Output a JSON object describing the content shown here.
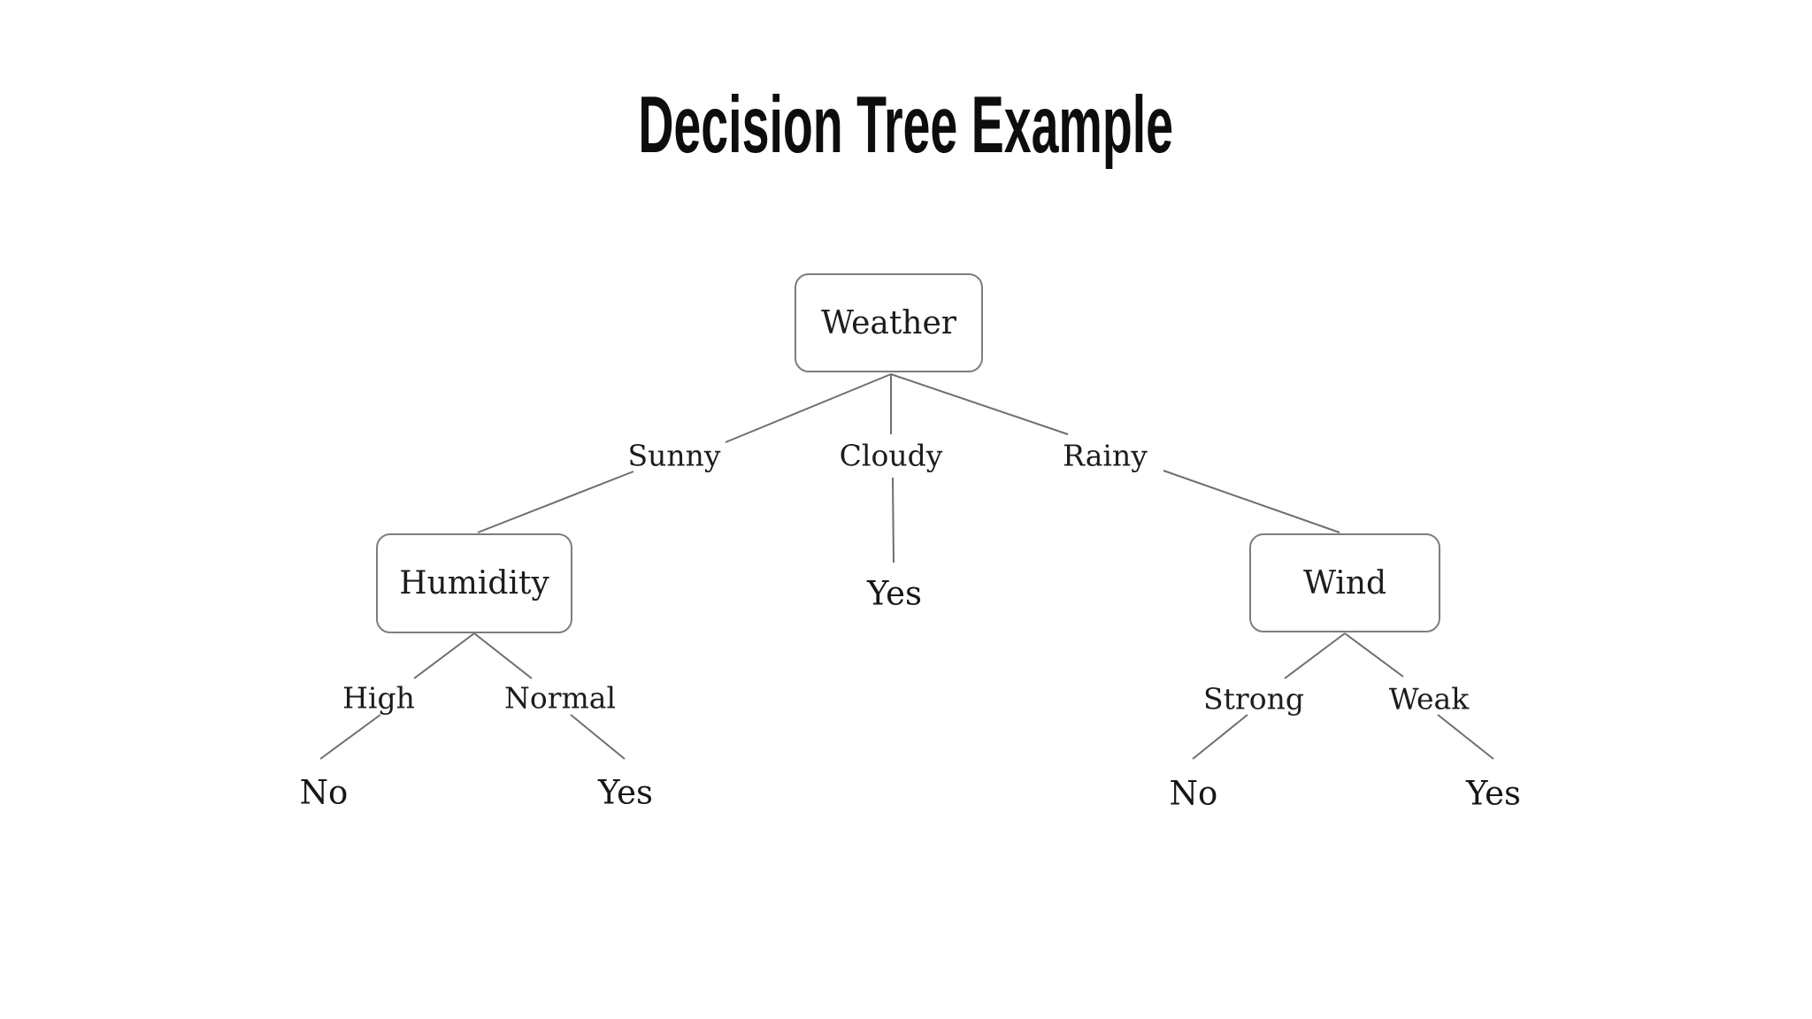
{
  "title": "Decision Tree Example",
  "tree": {
    "root": {
      "label": "Weather"
    },
    "branches": [
      {
        "edge_label": "Sunny",
        "child": {
          "label": "Humidity",
          "branches": [
            {
              "edge_label": "High",
              "leaf": "No"
            },
            {
              "edge_label": "Normal",
              "leaf": "Yes"
            }
          ]
        }
      },
      {
        "edge_label": "Cloudy",
        "leaf": "Yes"
      },
      {
        "edge_label": "Rainy",
        "child": {
          "label": "Wind",
          "branches": [
            {
              "edge_label": "Strong",
              "leaf": "No"
            },
            {
              "edge_label": "Weak",
              "leaf": "Yes"
            }
          ]
        }
      }
    ]
  },
  "colors": {
    "background": "#ffffff",
    "title_text": "#0d0d0d",
    "node_text": "#1c1c1c",
    "node_border": "#7d7d7d",
    "edge_line": "#6f6f6f"
  }
}
